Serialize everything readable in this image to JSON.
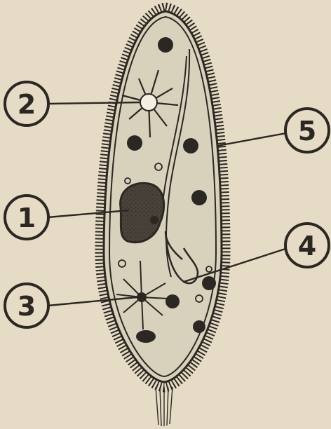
{
  "figure": {
    "subject": "paramecium",
    "colors": {
      "background": "#e6dcc5",
      "ink": "#2b2722",
      "cell_fill": "#d8d2bd"
    }
  },
  "callouts": [
    {
      "id": "1",
      "label": "1"
    },
    {
      "id": "2",
      "label": "2"
    },
    {
      "id": "3",
      "label": "3"
    },
    {
      "id": "4",
      "label": "4"
    },
    {
      "id": "5",
      "label": "5"
    }
  ]
}
